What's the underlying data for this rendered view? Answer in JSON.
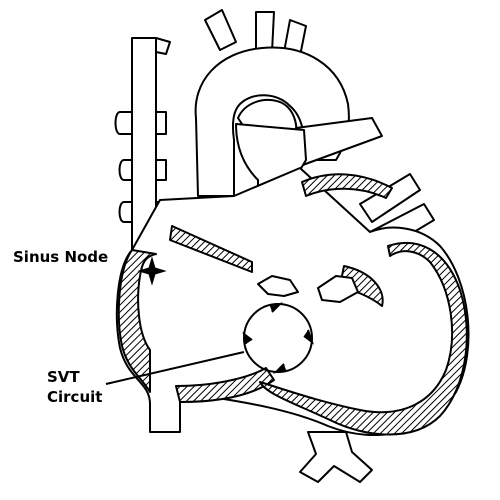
{
  "diagram": {
    "labels": {
      "sinus_node": "Sinus Node",
      "svt_line1": "SVT",
      "svt_line2": "Circuit"
    },
    "colors": {
      "outline": "#000000",
      "background": "#ffffff",
      "hatch": "#000000"
    }
  }
}
